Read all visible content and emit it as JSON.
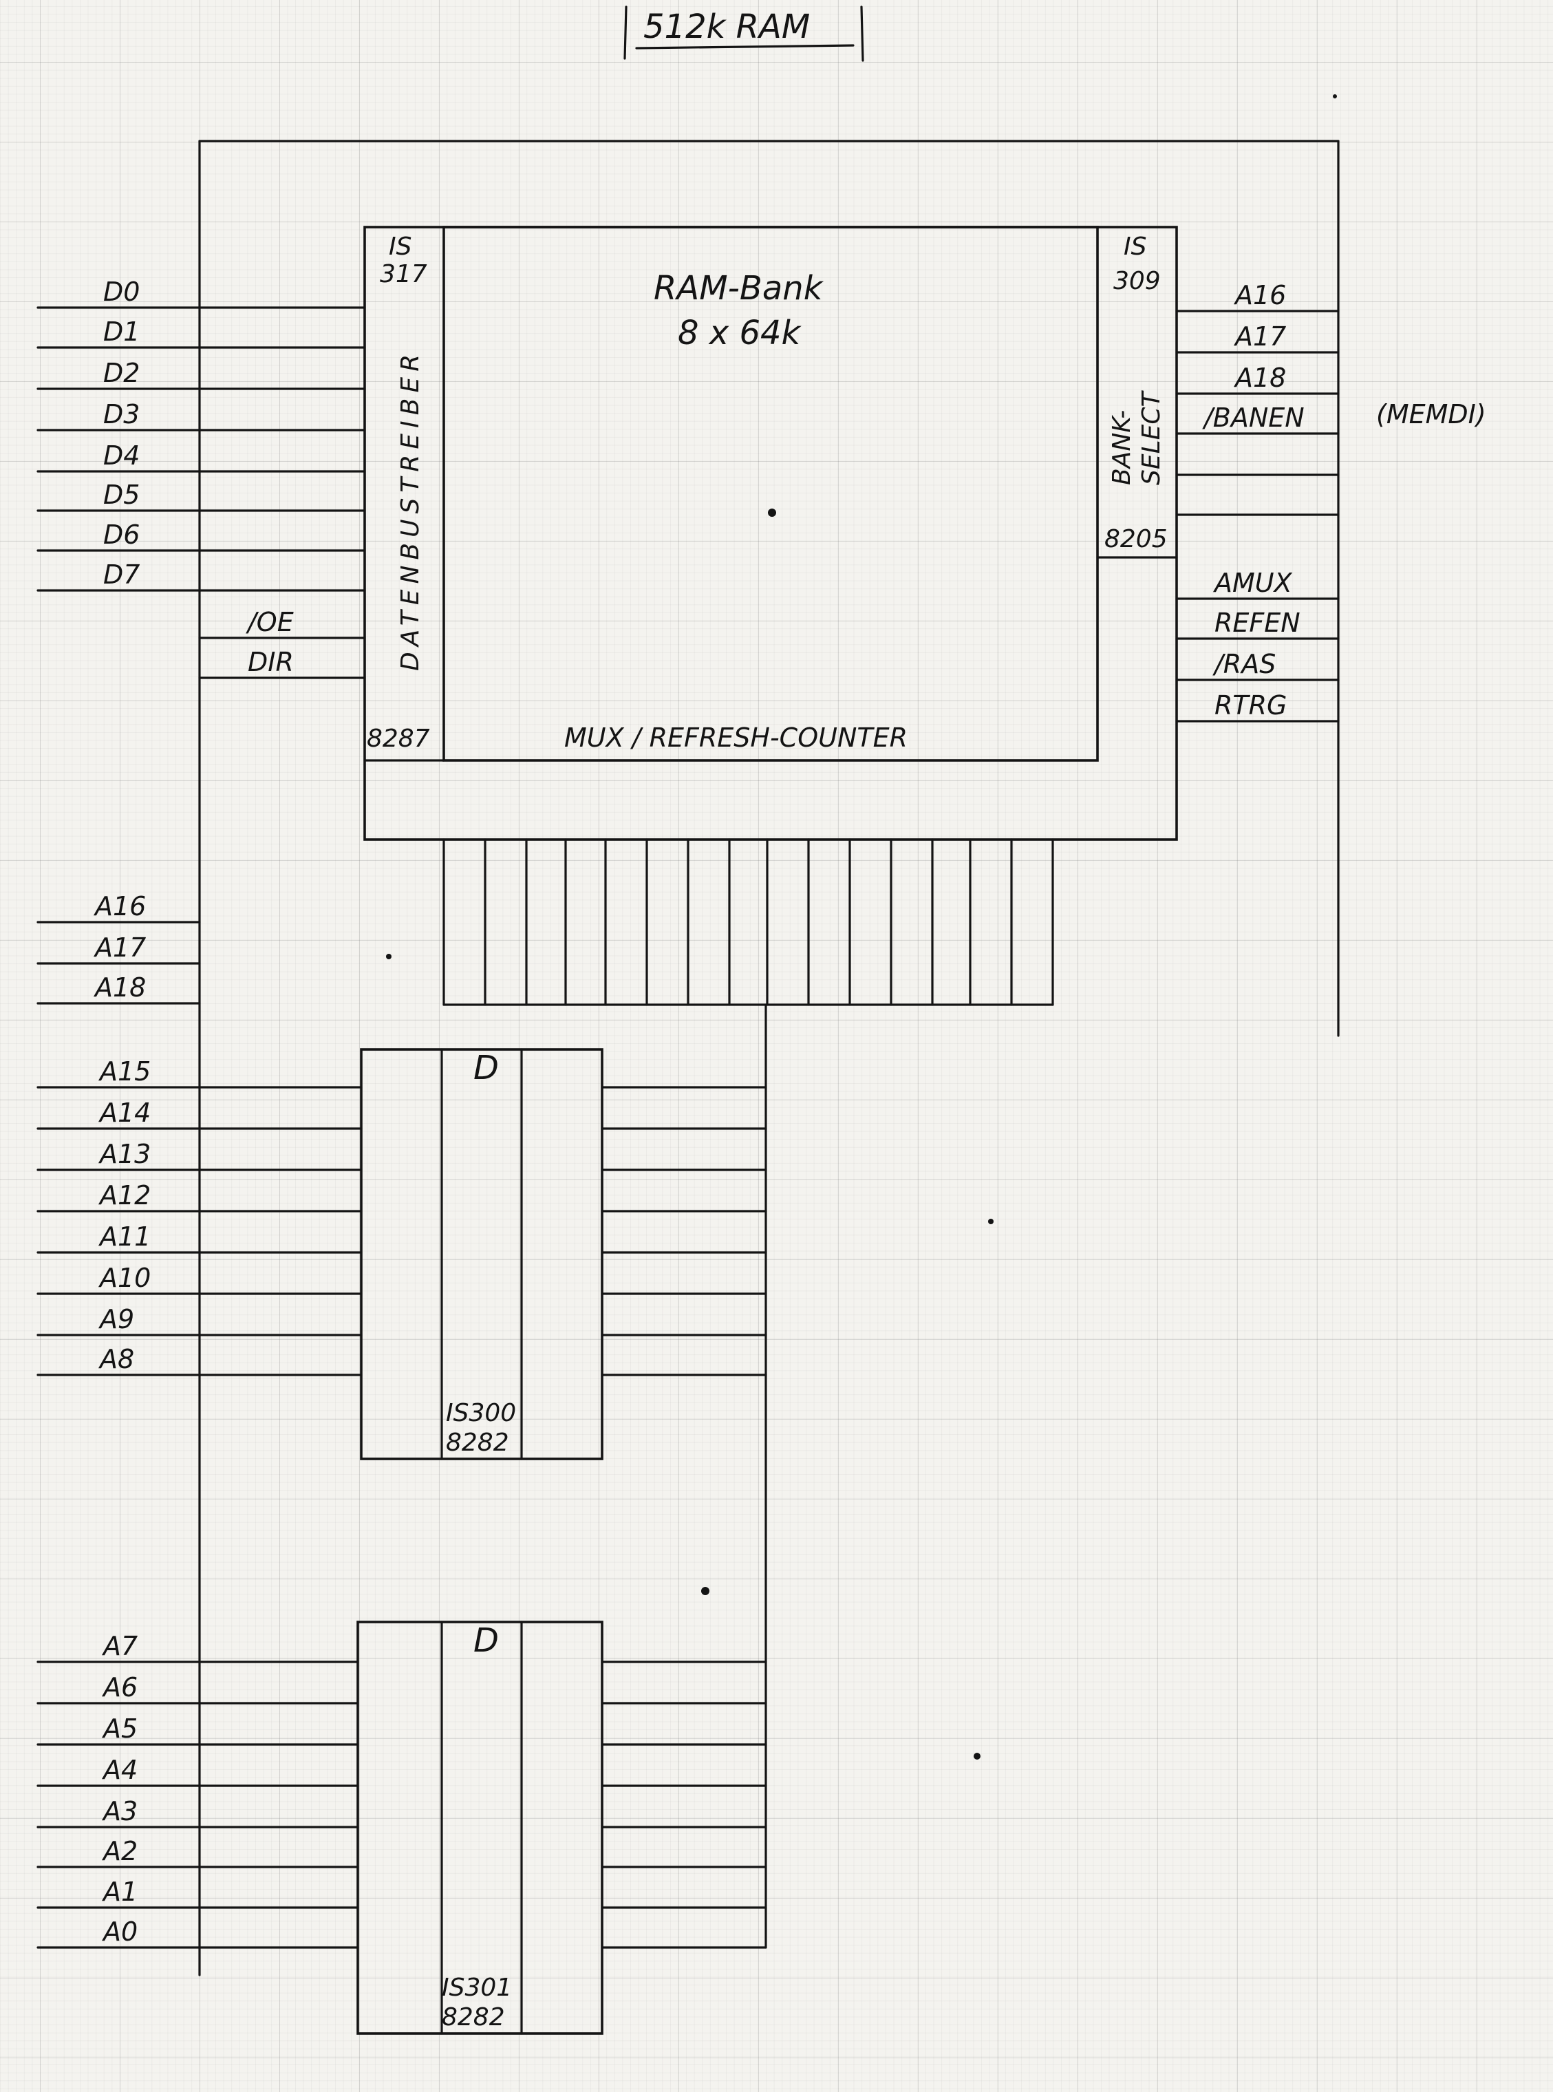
{
  "title": "512k RAM",
  "memdi_note": "(MEMDI)",
  "ram_bank": {
    "line1": "RAM-Bank",
    "line2": "8 x 64k",
    "bottom_label": "MUX / REFRESH-COUNTER"
  },
  "databus_driver": {
    "id_line1": "IS",
    "id_line2": "317",
    "name": "DATENBUSTREIBER",
    "part": "8287",
    "control_signals": [
      "/OE",
      "DIR"
    ]
  },
  "bank_select": {
    "id_line1": "IS",
    "id_line2": "309",
    "name_line1": "BANK-",
    "name_line2": "SELECT",
    "part": "8205"
  },
  "data_lines": [
    "D0",
    "D1",
    "D2",
    "D3",
    "D4",
    "D5",
    "D6",
    "D7"
  ],
  "bank_inputs": [
    "A16",
    "A17",
    "A18",
    "/BANEN"
  ],
  "control_outputs": [
    "AMUX",
    "REFEN",
    "/RAS",
    "RTRG"
  ],
  "upper_address_lines": [
    "A16",
    "A17",
    "A18"
  ],
  "latch_high": {
    "symbol": "D",
    "inputs": [
      "A15",
      "A14",
      "A13",
      "A12",
      "A11",
      "A10",
      "A9",
      "A8"
    ],
    "id": "IS300",
    "part": "8282"
  },
  "latch_low": {
    "symbol": "D",
    "inputs": [
      "A7",
      "A6",
      "A5",
      "A4",
      "A3",
      "A2",
      "A1",
      "A0"
    ],
    "id": "IS301",
    "part": "8282"
  }
}
